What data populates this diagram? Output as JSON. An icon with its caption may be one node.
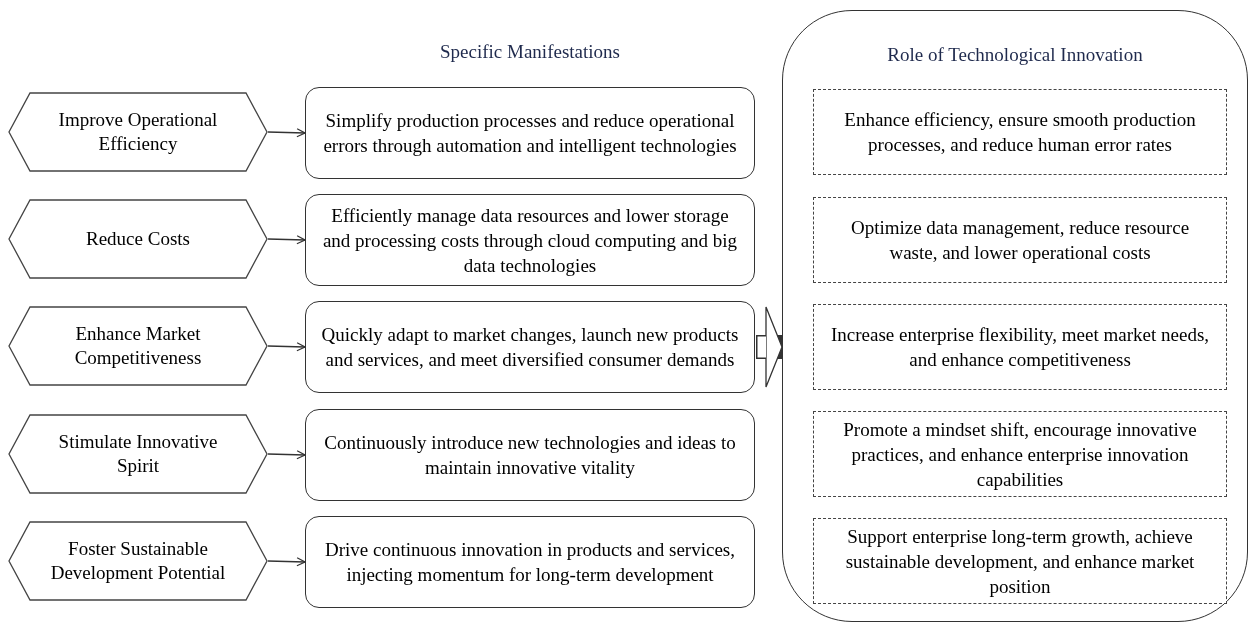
{
  "diagram": {
    "nodes": [
      {
        "text": [
          "Improve Operational Efficiency"
        ]
      },
      {
        "text": [
          "Reduce Costs"
        ]
      },
      {
        "text": [
          "Enhance Market Competitiveness"
        ]
      },
      {
        "text": [
          "Stimulate Innovative Spirit"
        ]
      },
      {
        "text": [
          "Foster Sustainable Development Potential"
        ]
      },
      {
        "text": [
          "Simplify production processes and reduce operational errors through automation and intelligent technologies"
        ]
      },
      {
        "text": [
          "Efficiently manage data resources and lower storage and processing costs through cloud computing and big data technologies"
        ]
      },
      {
        "text": [
          "Quickly adapt to market changes, launch new products and services, and meet diversified consumer demands"
        ]
      },
      {
        "text": [
          "Continuously introduce new technologies and ideas to maintain innovative vitality"
        ]
      },
      {
        "text": [
          "Drive continuous innovation in products and services, injecting momentum for long-term development"
        ]
      },
      {
        "text": [
          "Role of Technological Innovation"
        ]
      },
      {
        "text": [
          "Enhance efficiency, ensure smooth production processes, and reduce human error rates"
        ],
        "in": 10
      },
      {
        "text": [
          "Optimize data management, reduce resource waste, and lower operational costs"
        ],
        "in": 10
      },
      {
        "text": [
          "Increase enterprise flexibility, meet market needs, and enhance competitiveness"
        ],
        "in": 10
      },
      {
        "text": [
          "Promote a mindset shift, encourage innovative practices, and enhance enterprise innovation capabilities"
        ],
        "in": 10
      },
      {
        "text": [
          "Support enterprise long-term growth, achieve sustainable development, and enhance market position"
        ],
        "in": 10
      }
    ],
    "edges": [
      {
        "from": 0,
        "to": 5,
        "arrow": "to"
      },
      {
        "from": 1,
        "to": 6,
        "arrow": "to"
      },
      {
        "from": 2,
        "to": 7,
        "arrow": "to"
      },
      {
        "from": 3,
        "to": 8,
        "arrow": "to"
      },
      {
        "from": 4,
        "to": 9,
        "arrow": "to"
      },
      {
        "from": 7,
        "to": 10,
        "arrow": "to",
        "style": "thick"
      }
    ],
    "labels": [
      "Specific Manifestations"
    ]
  }
}
